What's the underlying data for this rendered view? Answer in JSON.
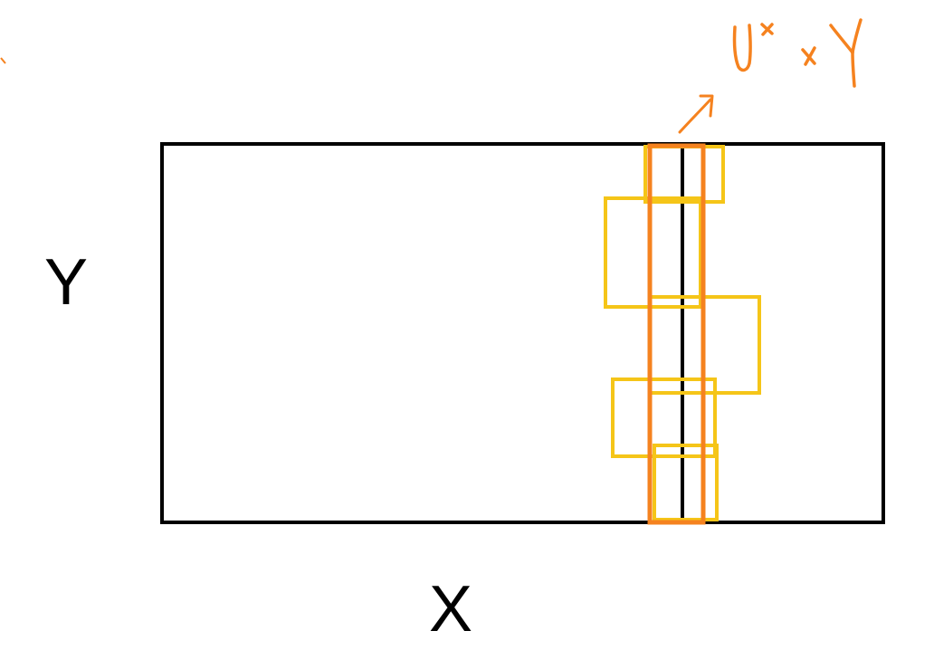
{
  "labels": {
    "x_axis": "X",
    "y_axis": "Y"
  },
  "handwritten_note": {
    "text": "U^x x Y"
  },
  "colors": {
    "outline": "#000000",
    "yellow": "#F5C518",
    "orange": "#F5821F",
    "background": "#FFFFFF"
  }
}
